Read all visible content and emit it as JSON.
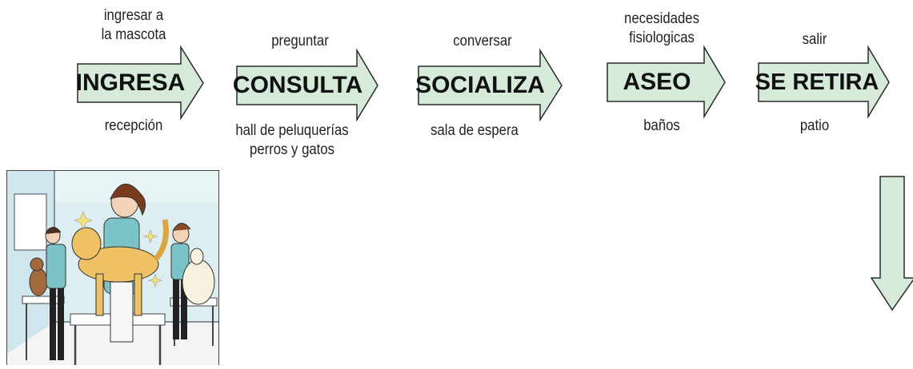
{
  "colors": {
    "arrow_fill": "#d5ead9",
    "arrow_stroke": "#2a2a2a"
  },
  "steps": [
    {
      "label": "INGRESA",
      "above": [
        "ingresar a",
        "la mascota"
      ],
      "below": [
        "recepción"
      ]
    },
    {
      "label": "CONSULTA",
      "above": [
        "preguntar"
      ],
      "below": [
        "hall de peluquerías",
        "perros y gatos"
      ]
    },
    {
      "label": "SOCIALIZA",
      "above": [
        "conversar"
      ],
      "below": [
        "sala de espera"
      ]
    },
    {
      "label": "ASEO",
      "above": [
        "necesidades",
        "fisiologicas"
      ],
      "below": [
        "baños"
      ]
    },
    {
      "label": "SE RETIRA",
      "above": [
        "salir"
      ],
      "below": [
        "patio"
      ]
    }
  ],
  "illustration": {
    "name": "pet grooming scene"
  },
  "down_arrow": {
    "direction": "down"
  }
}
